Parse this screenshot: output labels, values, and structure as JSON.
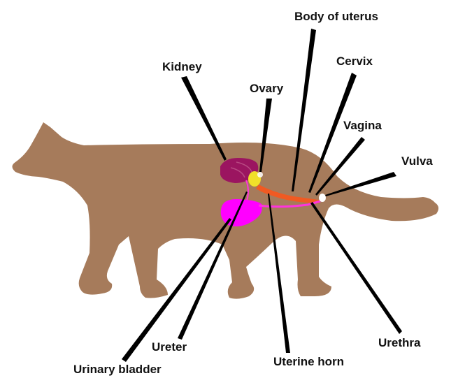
{
  "labels": {
    "body_of_uterus": "Body of uterus",
    "cervix": "Cervix",
    "kidney": "Kidney",
    "ovary": "Ovary",
    "vagina": "Vagina",
    "vulva": "Vulva",
    "urethra": "Urethra",
    "ureter": "Ureter",
    "uterine_horn": "Uterine horn",
    "urinary_bladder": "Urinary bladder"
  },
  "colors": {
    "cat_body": "#a67b5b",
    "kidney": "#9b1560",
    "ovary": "#f1e02a",
    "uterus": "#f05a22",
    "bladder": "#ff00ff",
    "urethra": "#ff33dd",
    "leader_line": "#000000",
    "label_text": "#111111",
    "background": "#ffffff"
  }
}
